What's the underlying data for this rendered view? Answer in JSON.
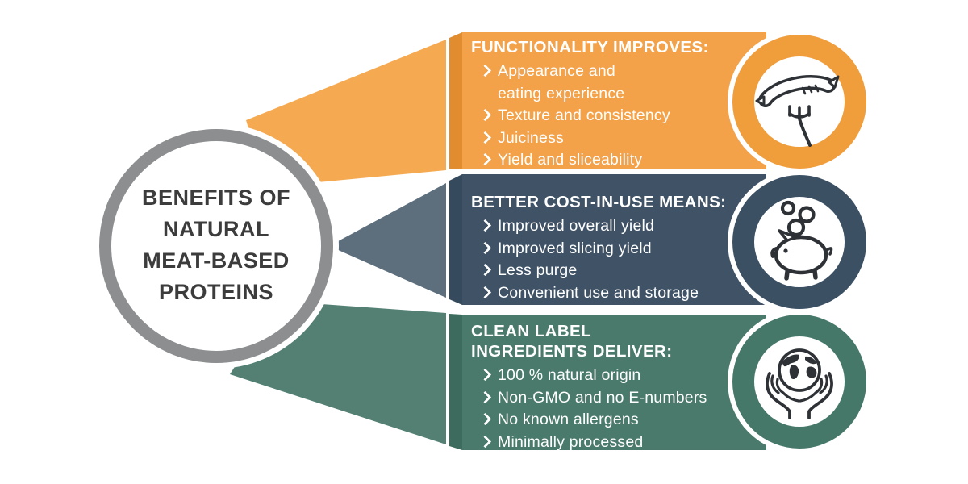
{
  "title": {
    "text": "BENEFITS OF\nNATURAL\nMEAT-BASED\nPROTEINS"
  },
  "bands": [
    {
      "id": "functionality",
      "heading": "FUNCTIONALITY IMPROVES:",
      "items": [
        "Appearance and\neating experience",
        "Texture and consistency",
        "Juiciness",
        "Yield and sliceability"
      ],
      "icon": "sausage-fork-icon",
      "colors": {
        "band": "#F3A24A",
        "wedge": "#F5AA52",
        "fold": "#E08C2F",
        "ring": "#F09D3C"
      }
    },
    {
      "id": "cost-in-use",
      "heading": "BETTER COST-IN-USE MEANS:",
      "items": [
        "Improved overall yield",
        "Improved slicing yield",
        "Less purge",
        "Convenient use and storage"
      ],
      "icon": "piggy-bank-icon",
      "colors": {
        "band": "#3F5266",
        "wedge": "#5D6E7D",
        "fold": "#364A5E",
        "ring": "#3C5064"
      }
    },
    {
      "id": "clean-label",
      "heading": "CLEAN LABEL\nINGREDIENTS DELIVER:",
      "items": [
        "100 % natural origin",
        "Non-GMO and no E-numbers",
        "No known allergens",
        "Minimally processed"
      ],
      "icon": "hands-globe-icon",
      "colors": {
        "band": "#4A7A6B",
        "wedge": "#538073",
        "fold": "#3D6B5D",
        "ring": "#46786A"
      }
    }
  ],
  "colors": {
    "background": "#FFFFFF",
    "hub_ring": "#8C8E90",
    "hub_text": "#3C3C3C",
    "band_text": "#FFFFFF",
    "icon_stroke": "#2E3237"
  }
}
